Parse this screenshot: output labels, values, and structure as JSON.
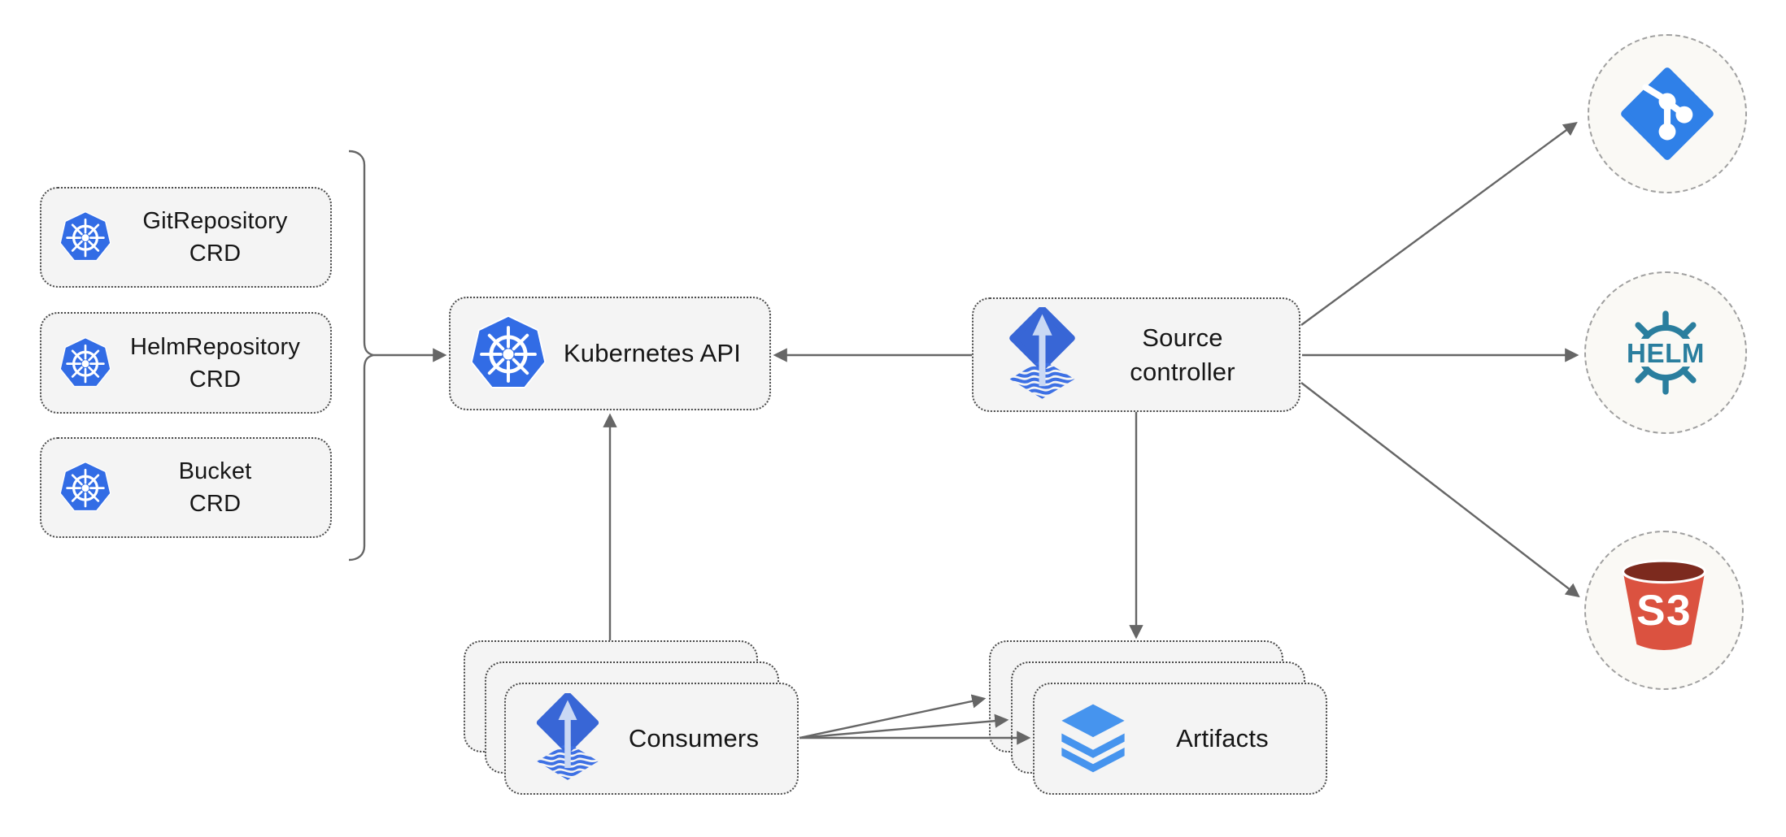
{
  "diagram": {
    "nodes": {
      "crd_boxes": [
        {
          "label": "GitRepository\nCRD"
        },
        {
          "label": "HelmRepository\nCRD"
        },
        {
          "label": "Bucket\nCRD"
        }
      ],
      "kubernetes_api": {
        "label": "Kubernetes API"
      },
      "source_controller": {
        "label": "Source\ncontroller"
      },
      "consumers": {
        "label": "Consumers"
      },
      "artifacts": {
        "label": "Artifacts"
      }
    },
    "external_targets": {
      "git": {
        "icon": "git-icon"
      },
      "helm": {
        "icon": "helm-icon",
        "label": "HELM"
      },
      "s3": {
        "icon": "s3-bucket-icon",
        "label": "S3"
      }
    },
    "colors": {
      "kubernetes_blue": "#326CE5",
      "flux_blue": "#3866D6",
      "flux_wave_blue": "#3D70E4",
      "flux_arrow_light": "#C9D8F4",
      "git_blue": "#2F80E8",
      "helm_teal": "#2A7E9E",
      "s3_red": "#DB5240",
      "s3_dark_red": "#7C2A1E",
      "layers_blue": "#4694EE",
      "arrow_gray": "#666666",
      "node_fill": "#f4f4f4",
      "node_border": "#4b4b4b",
      "circle_border": "#a0a0a0"
    }
  }
}
